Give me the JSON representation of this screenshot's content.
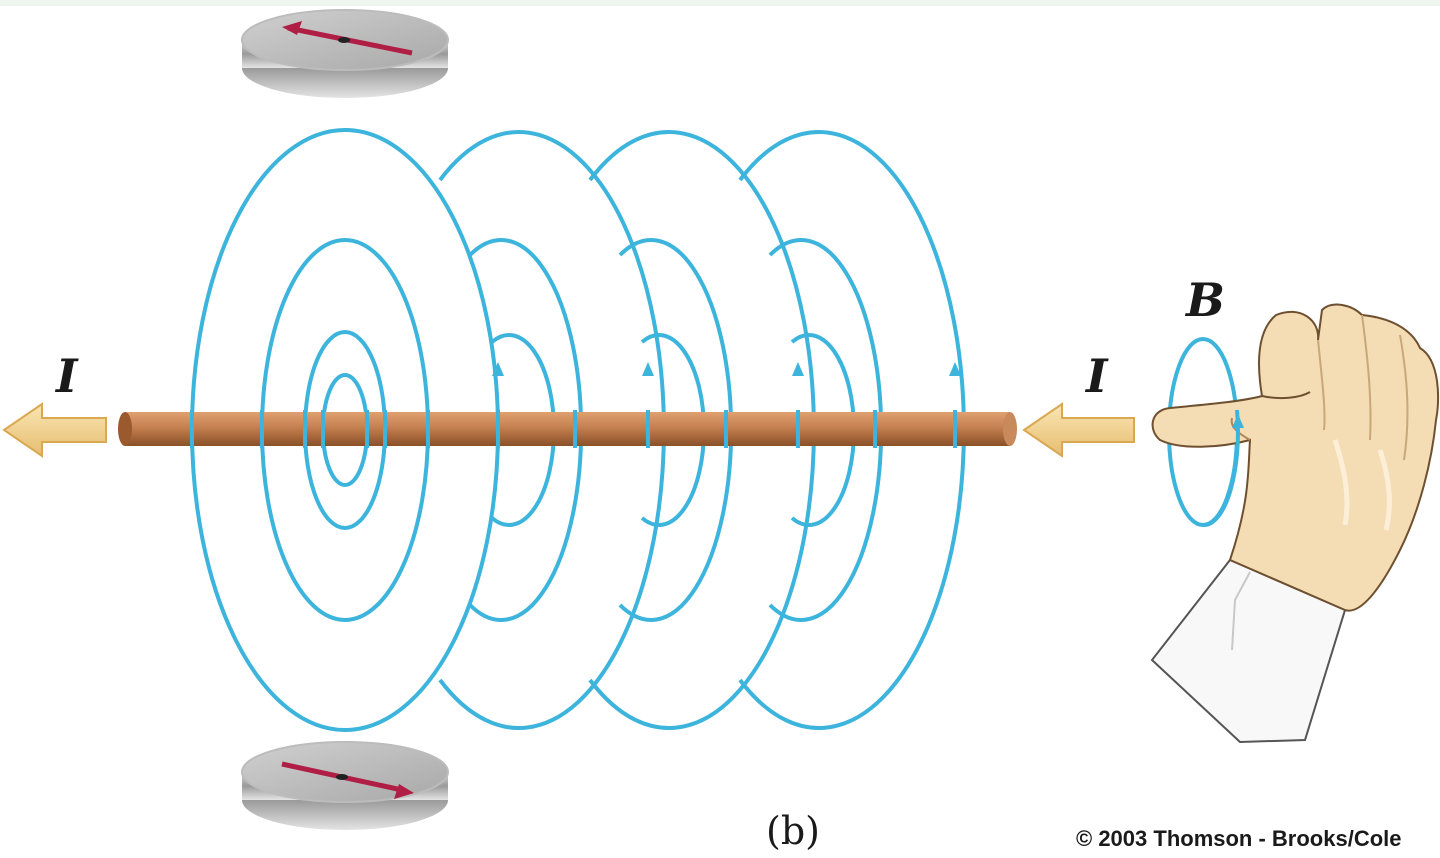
{
  "labels": {
    "current_left": "I",
    "current_right": "I",
    "field": "B",
    "caption": "(b)",
    "copyright": "© 2003 Thomson - Brooks/Cole"
  },
  "colors": {
    "field_line": "#3cb4dc",
    "wire": "#c07845",
    "arrow": "#f2d28c",
    "needle": "#b01e46",
    "skin": "#f4dcb4",
    "sleeve": "#f8f8f8"
  },
  "icons": {
    "top_compass": "compass-icon",
    "bottom_compass": "compass-icon",
    "hand": "right-hand-icon"
  }
}
